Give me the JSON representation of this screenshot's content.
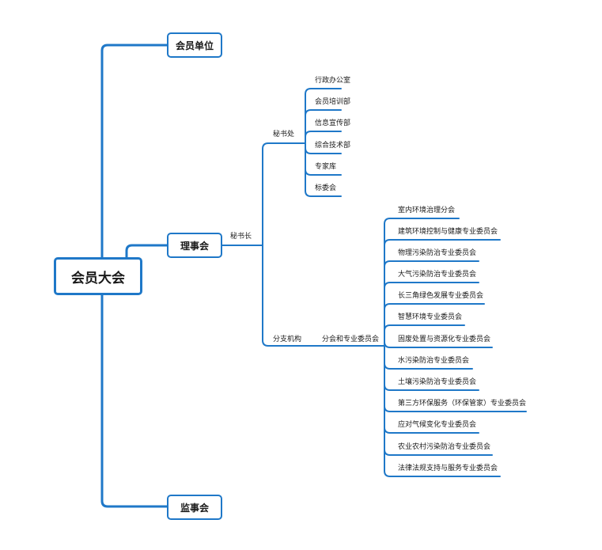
{
  "root": "会员大会",
  "top_nodes": {
    "members": "会员单位",
    "council": "理事会",
    "supervisors": "监事会"
  },
  "secretary_general": "秘书长",
  "secretariat": {
    "label": "秘书处",
    "items": [
      "行政办公室",
      "会员培训部",
      "信息宣传部",
      "综合技术部",
      "专家库",
      "标委会"
    ]
  },
  "branches": {
    "label": "分支机构",
    "sub_label": "分会和专业委员会",
    "items": [
      "室内环境治理分会",
      "建筑环境控制与健康专业委员会",
      "物理污染防治专业委员会",
      "大气污染防治专业委员会",
      "长三角绿色发展专业委员会",
      "智慧环境专业委员会",
      "固废处置与资源化专业委员会",
      "水污染防治专业委员会",
      "土壤污染防治专业委员会",
      "第三方环保服务（环保管家）专业委员会",
      "应对气候变化专业委员会",
      "农业农村污染防治专业委员会",
      "法律法规支持与服务专业委员会"
    ]
  },
  "colors": {
    "line": "#1f78c8",
    "text": "#1a1a1a",
    "background": "#ffffff"
  }
}
